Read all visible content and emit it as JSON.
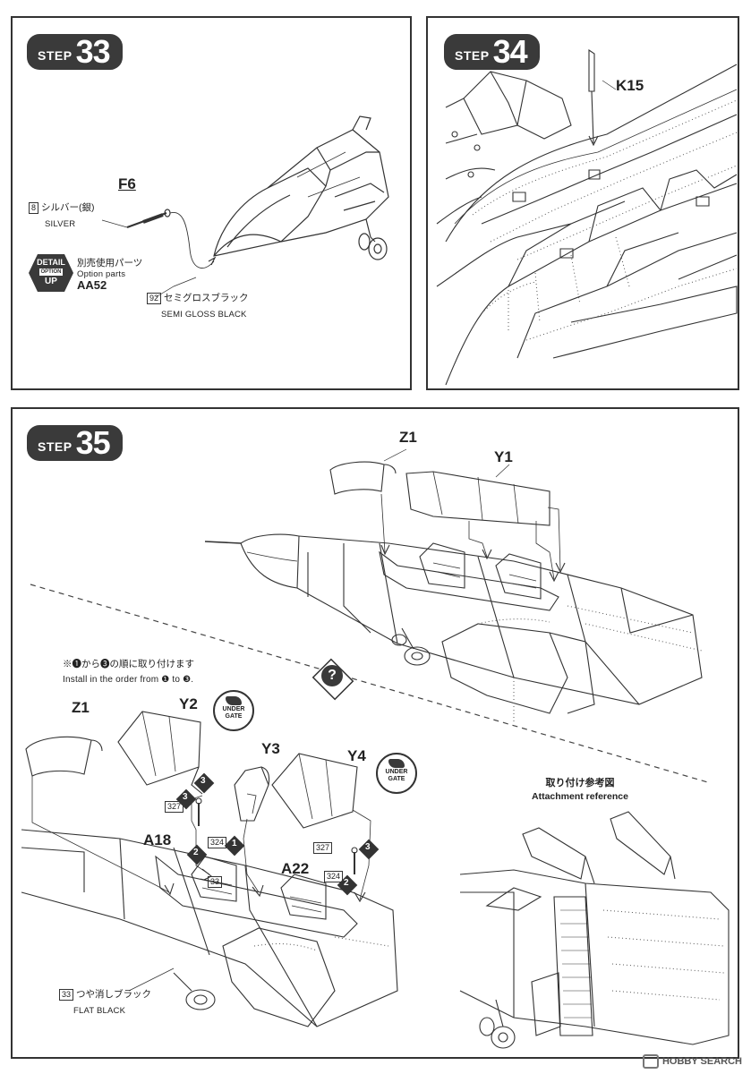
{
  "step33": {
    "step_word": "STEP",
    "step_number": "33",
    "part_f6": "F6",
    "paint8_num": "8",
    "paint8_jp": "シルバー(銀)",
    "paint8_en": "SILVER",
    "detail_badge": [
      "DETAIL",
      "OPTION",
      "UP"
    ],
    "option_jp": "別売使用パーツ",
    "option_en": "Option parts",
    "option_part": "AA52",
    "paint92_num": "92",
    "paint92_jp": "セミグロスブラック",
    "paint92_en": "SEMI GLOSS BLACK"
  },
  "step34": {
    "step_word": "STEP",
    "step_number": "34",
    "part_k15": "K15"
  },
  "step35": {
    "step_word": "STEP",
    "step_number": "35",
    "part_z1_top": "Z1",
    "part_y1": "Y1",
    "order_note_jp": "※❶から❸の順に取り付けます",
    "order_note_en": "Install in the order from ❶ to ❸.",
    "part_z1": "Z1",
    "part_y2": "Y2",
    "part_y3": "Y3",
    "part_y4": "Y4",
    "under_gate": [
      "UNDER",
      "GATE"
    ],
    "part_a18": "A18",
    "part_a22": "A22",
    "paint327a": "327",
    "paint324a": "324",
    "paint327b": "327",
    "paint324b": "324",
    "paint33_callout": "33",
    "order_1": "1",
    "order_2a": "2",
    "order_2b": "2",
    "order_3a": "3",
    "order_3b": "3",
    "order_3c": "3",
    "attach_jp": "取り付け参考図",
    "attach_en": "Attachment reference",
    "paint33_num": "33",
    "paint33_jp": "つや消しブラック",
    "paint33_en": "FLAT BLACK"
  },
  "watermark": "HOBBY SEARCH",
  "icons": [
    "wire-icon",
    "detail-option-up-icon",
    "nipper-icon",
    "flip-view-icon"
  ]
}
